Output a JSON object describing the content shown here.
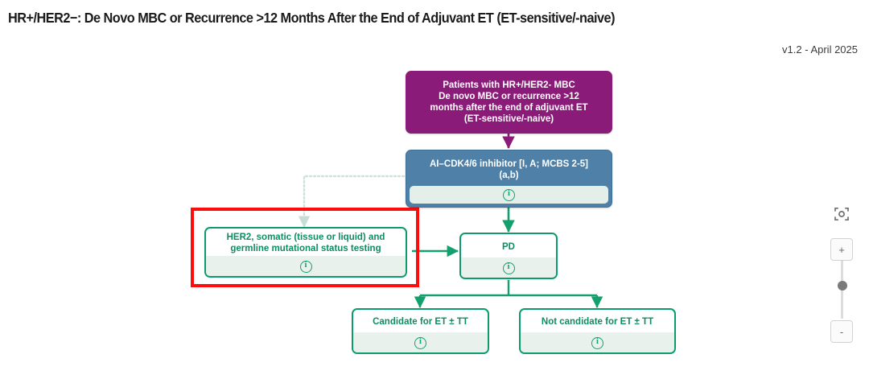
{
  "header": {
    "title": "HR+/HER2−: De Novo MBC or Recurrence >12 Months After the End of Adjuvant ET (ET-sensitive/-naive)",
    "version": "v1.2 - April 2025"
  },
  "nodes": {
    "root": {
      "label": "Patients with HR+/HER2- MBC\nDe novo MBC or recurrence >12\nmonths after the end of adjuvant ET\n(ET-sensitive/-naive)",
      "color": "#8B1B78",
      "text_color": "#FFFFFF"
    },
    "treatment": {
      "label": "AI–CDK4/6 inhibitor [I, A; MCBS 2-5]\n(a,b)",
      "color": "#4E80A8",
      "text_color": "#FFFFFF",
      "info": "i"
    },
    "testing": {
      "label": "HER2, somatic (tissue or liquid) and\ngermline mutational status testing",
      "color": "#0E9B6C",
      "text_color": "#0E8C63",
      "info": "i",
      "highlighted": true,
      "highlight_color": "#FF0D0D"
    },
    "pd": {
      "label": "PD",
      "color": "#0E9B6C",
      "text_color": "#0E8C63",
      "info": "i"
    },
    "candidate": {
      "label": "Candidate for ET ± TT",
      "color": "#0E9B6C",
      "text_color": "#0E8C63",
      "info": "i"
    },
    "not_candidate": {
      "label": "Not candidate for ET ± TT",
      "color": "#0E9B6C",
      "text_color": "#0E8C63",
      "info": "i"
    }
  },
  "controls": {
    "fit_view": "fit-view-icon",
    "zoom_in": "+",
    "zoom_out": "-"
  }
}
